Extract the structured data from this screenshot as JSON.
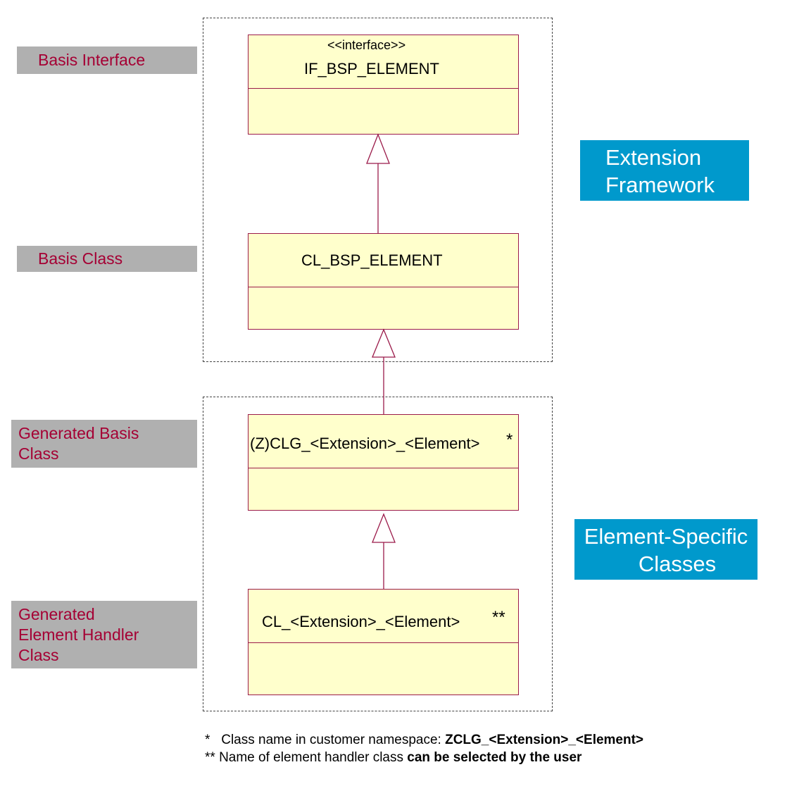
{
  "labels": {
    "basis_interface": "Basis Interface",
    "basis_class": "Basis Class",
    "generated_basis_class": [
      "Generated Basis",
      "Class"
    ],
    "generated_element_handler_class": [
      "Generated",
      "Element Handler",
      "Class"
    ]
  },
  "classes": {
    "if_bsp_element": {
      "stereotype": "<<interface>>",
      "name": "IF_BSP_ELEMENT"
    },
    "cl_bsp_element": {
      "name": "CL_BSP_ELEMENT"
    },
    "zclg_element": {
      "name": "(Z)CLG_<Extension>_<Element>",
      "mark": "*"
    },
    "cl_element": {
      "name": "CL_<Extension>_<Element>",
      "mark": "**"
    }
  },
  "groups": {
    "extension_framework": [
      "Extension",
      "Framework"
    ],
    "element_specific_classes": [
      "Element-Specific",
      "Classes"
    ]
  },
  "footnotes": {
    "note1_prefix": "*   Class name in customer namespace: ",
    "note1_bold": "ZCLG_<Extension>_<Element>",
    "note2_prefix": "** Name of element handler class ",
    "note2_bold": "can be selected by the user"
  },
  "colors": {
    "label_bg": "#b0b0b0",
    "label_text": "#a50034",
    "class_fill": "#ffffcc",
    "class_border": "#9b1b4a",
    "group_box": "#0099cc"
  }
}
